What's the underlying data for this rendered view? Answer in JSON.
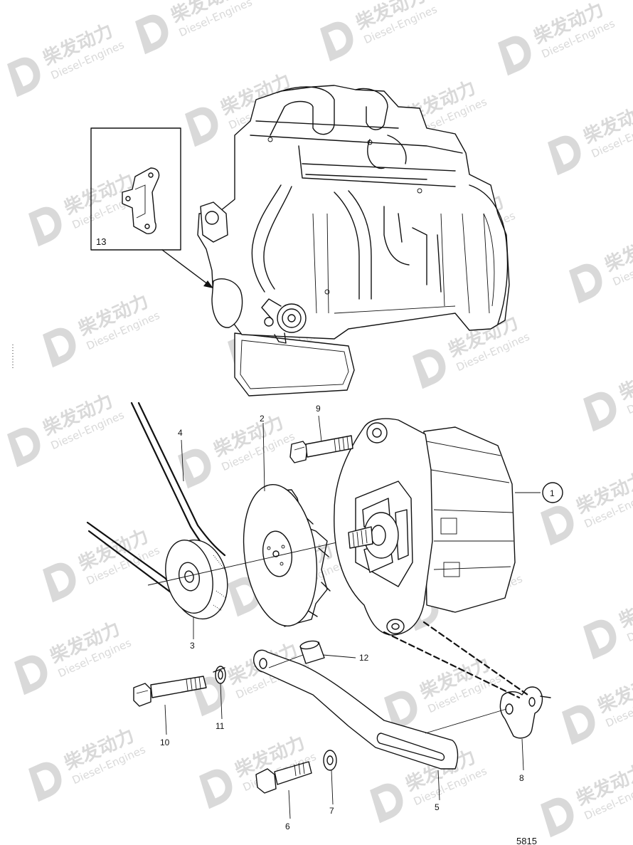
{
  "diagram": {
    "figure_number": "5815",
    "callouts": {
      "c1": "1",
      "c2": "2",
      "c3": "3",
      "c4": "4",
      "c5": "5",
      "c6": "6",
      "c7": "7",
      "c8": "8",
      "c9": "9",
      "c10": "10",
      "c11": "11",
      "c12": "12",
      "c13": "13"
    }
  },
  "watermark": {
    "brand_cn": "柴发动力",
    "brand_en": "Diesel-Engines",
    "color": "#d9d9d9"
  }
}
